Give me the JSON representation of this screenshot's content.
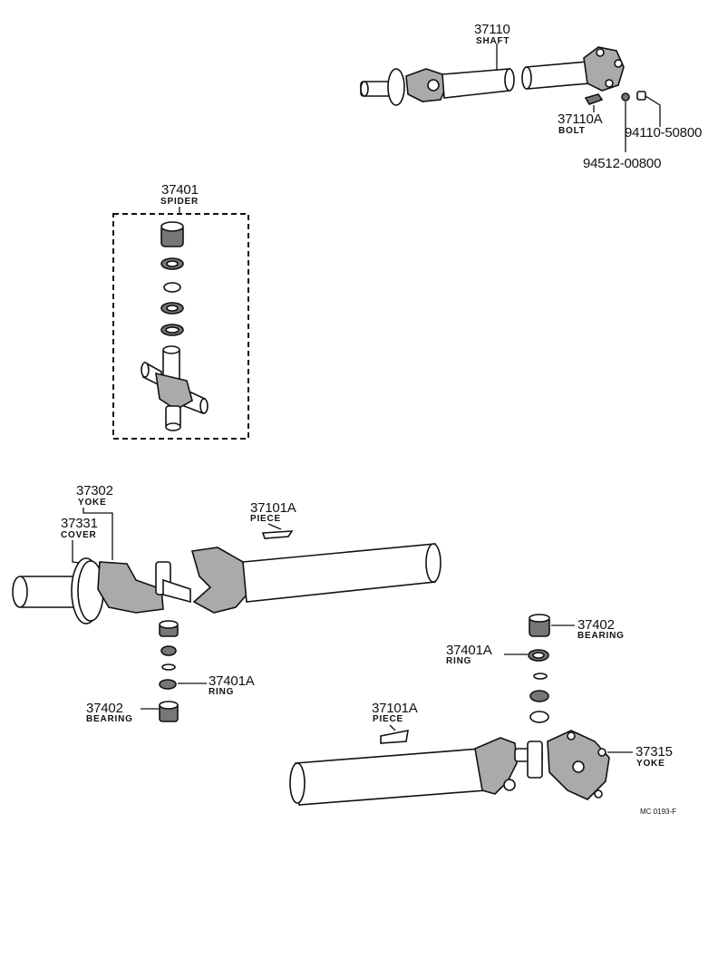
{
  "parts": {
    "shaft": {
      "number": "37110",
      "name": "SHAFT"
    },
    "bolt": {
      "number": "37110A",
      "name": "BOLT"
    },
    "nut": {
      "number": "94110-50800"
    },
    "washer": {
      "number": "94512-00800"
    },
    "spider": {
      "number": "37401",
      "name": "SPIDER"
    },
    "yoke_front": {
      "number": "37302",
      "name": "YOKE"
    },
    "cover": {
      "number": "37331",
      "name": "COVER"
    },
    "piece_front": {
      "number": "37101A",
      "name": "PIECE"
    },
    "ring_front": {
      "number": "37401A",
      "name": "RING"
    },
    "bearing_front": {
      "number": "37402",
      "name": "BEARING"
    },
    "bearing_rear": {
      "number": "37402",
      "name": "BEARING"
    },
    "ring_rear": {
      "number": "37401A",
      "name": "RING"
    },
    "piece_rear": {
      "number": "37101A",
      "name": "PIECE"
    },
    "yoke_rear": {
      "number": "37315",
      "name": "YOKE"
    }
  },
  "diagram_code": "MC 0193-F"
}
